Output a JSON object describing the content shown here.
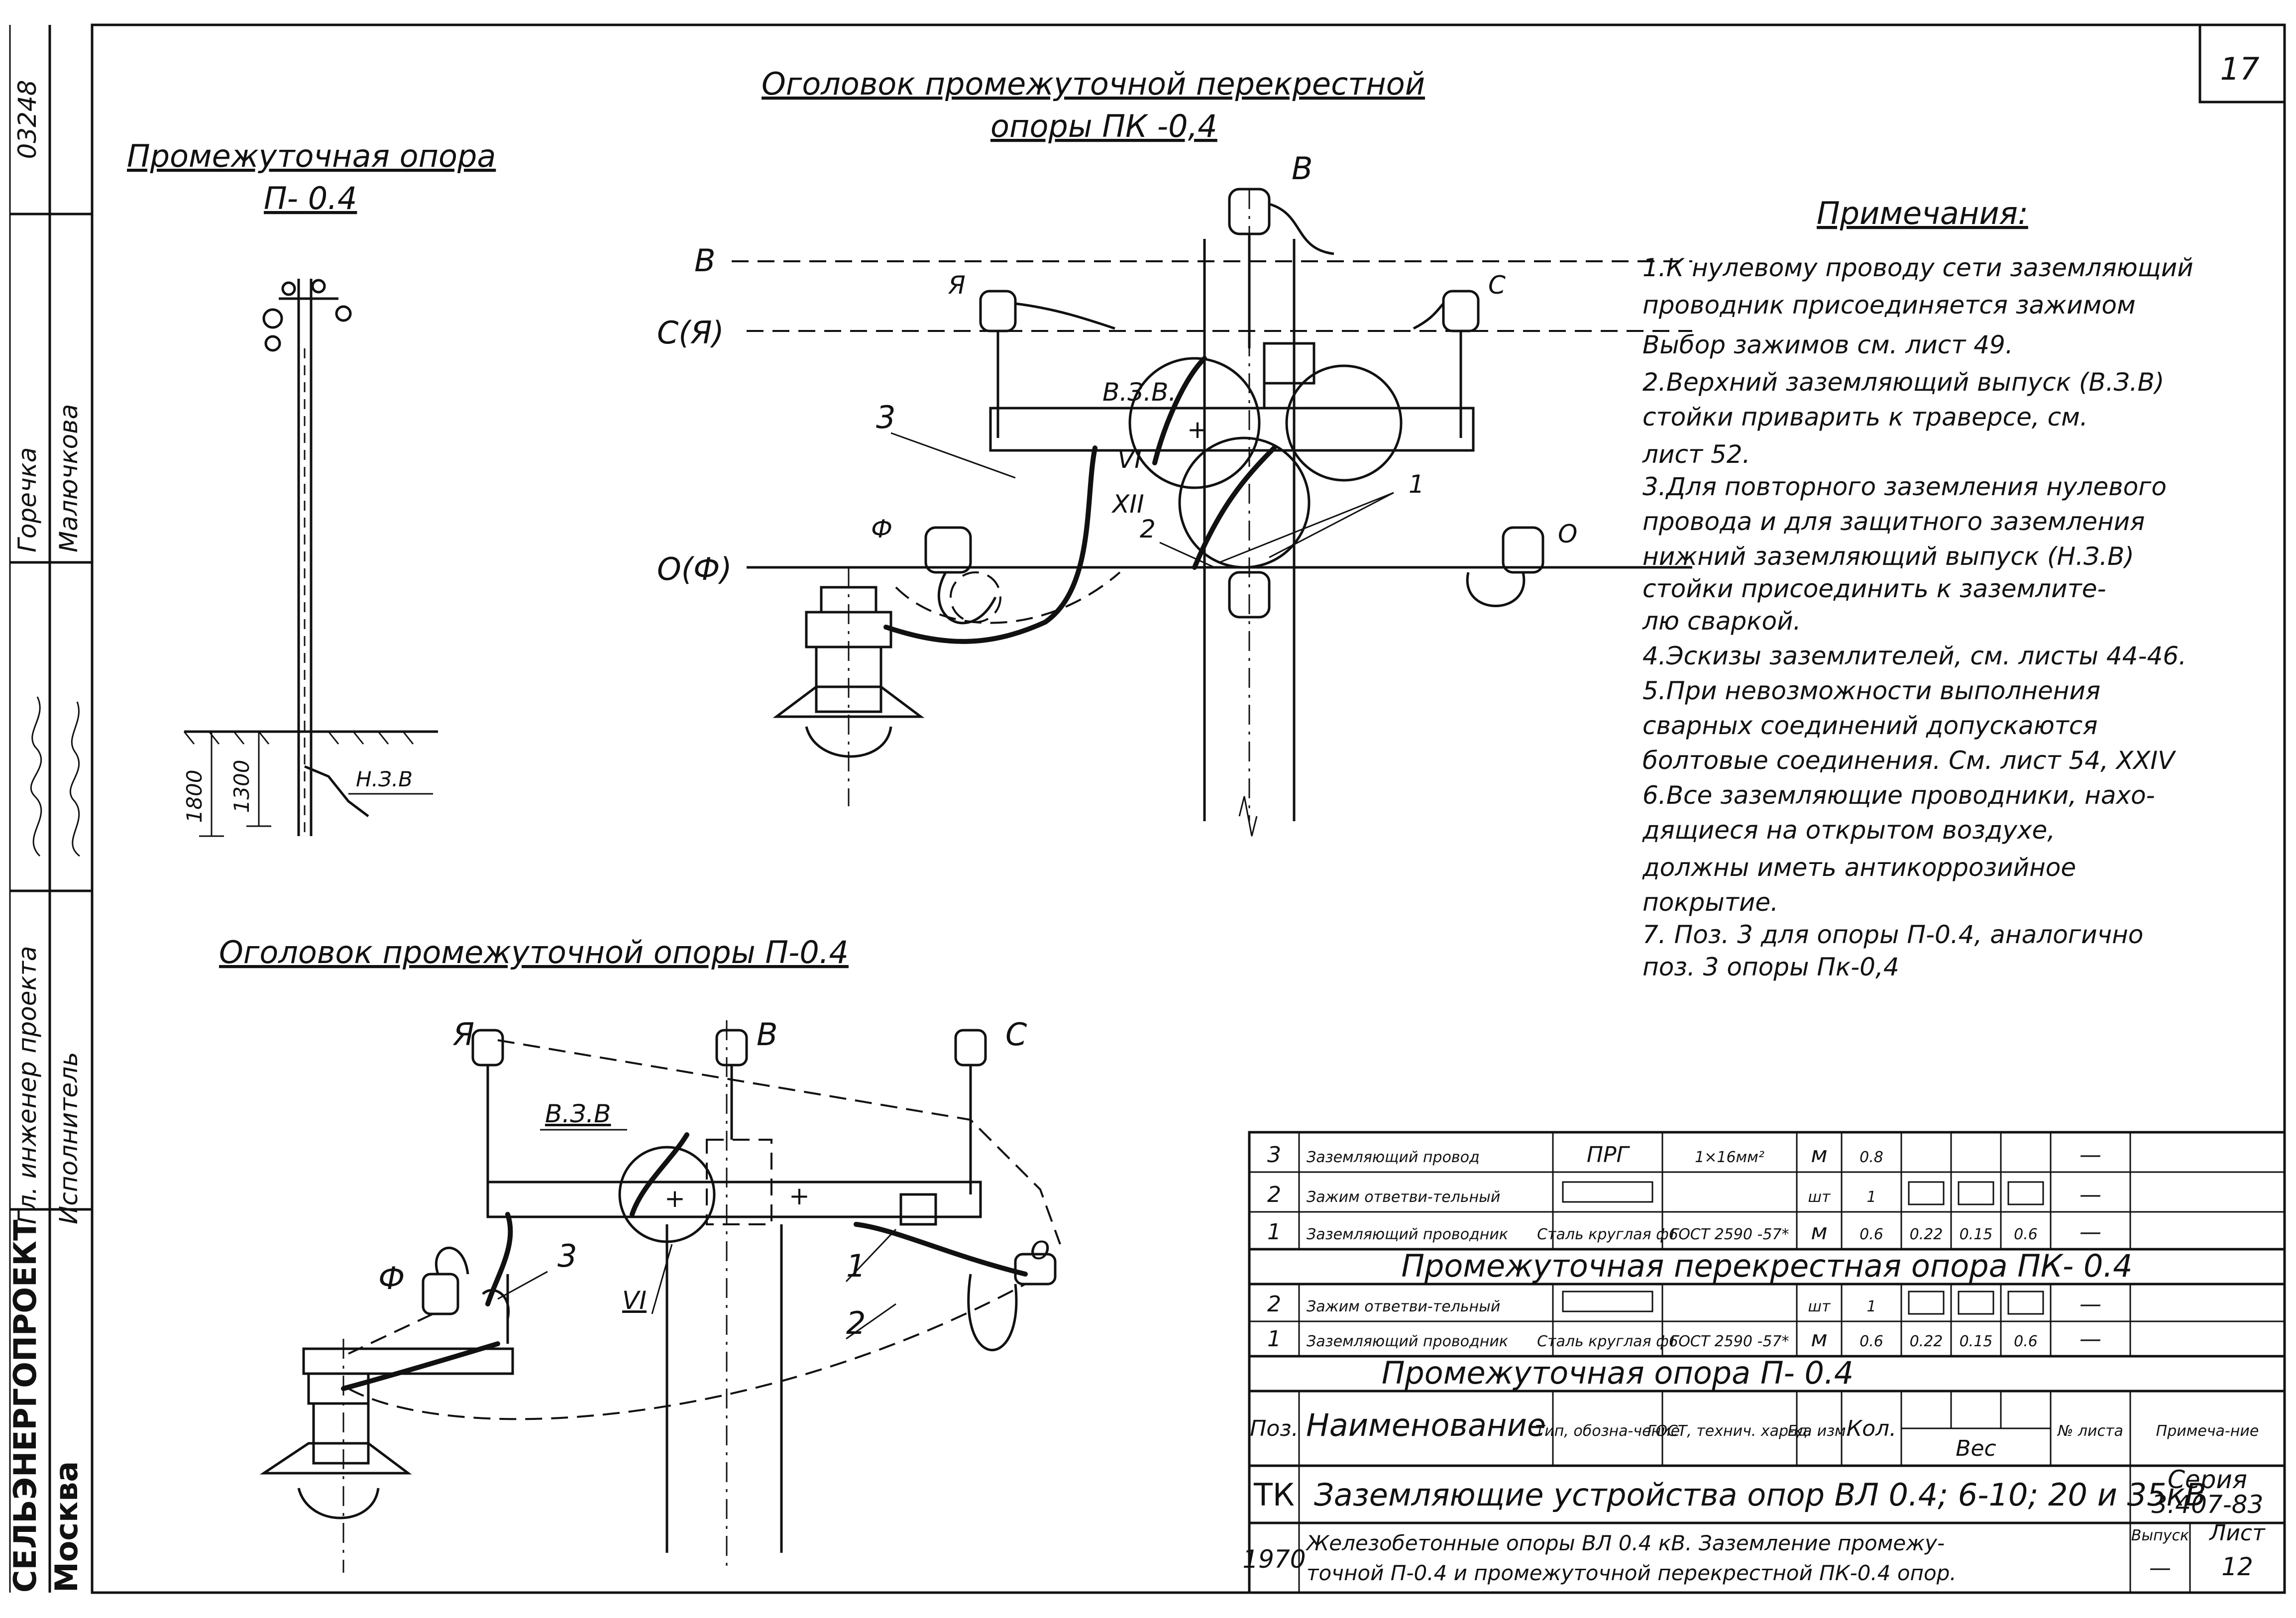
{
  "sheet_number": "17",
  "side_stamp": {
    "code": "03248",
    "organization": "СЕЛЬЭНЕРГОПРОЕКТ",
    "city": "Москва",
    "role_chief": "Гл. инженер проекта",
    "role_exec": "Исполнитель",
    "name_chief": "Горечка",
    "name_exec": "Малючкова"
  },
  "drawing_pole": {
    "title": "Промежуточная опора",
    "subtitle": "П- 0.4",
    "dim_1800": "1800",
    "dim_1300": "1300",
    "label_ground": "Н.З.В"
  },
  "drawing_cross": {
    "title": "Оголовок промежуточной перекрестной",
    "subtitle": "опоры ПК -0,4",
    "label_B_top": "В",
    "label_B_line": "В",
    "label_CA": "С(Я)",
    "label_OF": "О(Ф)",
    "label_A": "Я",
    "label_C": "С",
    "label_F": "Ф",
    "label_O": "О",
    "label_vzv": "В.З.В.",
    "label_3": "3",
    "label_VI": "VI",
    "label_XII": "XII",
    "label_2": "2",
    "label_1": "1"
  },
  "drawing_p04": {
    "title": "Оголовок промежуточной опоры П-0.4",
    "label_A": "Я",
    "label_B": "В",
    "label_C": "С",
    "label_F": "Ф",
    "label_O": "О",
    "label_vzv": "В.З.В",
    "label_3": "3",
    "label_VI": "VI",
    "label_1": "1",
    "label_2": "2"
  },
  "notes": {
    "heading": "Примечания:",
    "lines": [
      "1.К нулевому проводу сети заземляющий",
      "проводник присоединяется зажимом",
      "Выбор зажимов   см. лист 49.",
      "2.Верхний заземляющий выпуск (В.З.В)",
      "стойки приварить к траверсе, см.",
      "лист 52.",
      "3.Для повторного заземления нулевого",
      "провода и для защитного заземления",
      "нижний заземляющий выпуск (Н.З.В)",
      "стойки присоединить к заземлите-",
      "лю сваркой.",
      "4.Эскизы заземлителей, см. листы 44-46.",
      "5.При невозможности выполнения",
      "сварных соединений допускаются",
      "болтовые соединения. См. лист 54, XXIV",
      "6.Все заземляющие проводники, нахо-",
      " дящиеся на открытом воздухе,",
      "должны иметь антикоррозийное",
      "покрытие.",
      "7. Поз. 3 для опоры П-0.4, аналогично",
      "поз. 3 опоры Пк-0,4"
    ]
  },
  "table": {
    "rows_pk": [
      {
        "pos": "3",
        "name": "Заземляющий провод",
        "type": "ПРГ",
        "gost": "1×16мм²",
        "unit": "м",
        "qty": "0.8"
      },
      {
        "pos": "2",
        "name": "Зажим ответви-тельный",
        "type": "",
        "gost": "",
        "unit": "шт",
        "qty": "1"
      },
      {
        "pos": "1",
        "name": "Заземляющий проводник",
        "type": "Сталь круглая ф6",
        "gost": "ГОСТ 2590 -57*",
        "unit": "м",
        "qty": "0.6"
      }
    ],
    "section_pk": "Промежуточная перекрестная опора ПК- 0.4",
    "rows_p": [
      {
        "pos": "2",
        "name": "Зажим ответви-тельный",
        "type": "",
        "gost": "",
        "unit": "шт",
        "qty": "1"
      },
      {
        "pos": "1",
        "name": "Заземляющий проводник",
        "type": "Сталь круглая ф6",
        "gost": "ГОСТ 2590 -57*",
        "unit": "м",
        "qty": "0.6"
      }
    ],
    "section_p": "Промежуточная опора П- 0.4",
    "weights": [
      "0.22",
      "0.15",
      "0.6"
    ],
    "header": {
      "pos": "Поз.",
      "name": "Наименование",
      "type": "Тип, обозна-чение",
      "gost": "ГОСТ, технич. хар-ка",
      "unit": "Ед. изм.",
      "qty": "Кол.",
      "weight": "Вес",
      "sheet": "№ листа",
      "note": "Примеча-ние"
    },
    "dash": "—",
    "tk": "ТК",
    "year": "1970",
    "main_title": "Заземляющие устройства опор ВЛ 0.4; 6-10; 20 и 35кВ",
    "sub_title_1": "Железобетонные опоры ВЛ 0.4 кВ. Заземление промежу-",
    "sub_title_2": "точной П-0.4 и промежуточной перекрестной ПК-0.4 опор.",
    "series_label": "Серия",
    "series_value": "3.407-83",
    "vypusk_label": "Выпуск",
    "list_label": "Лист",
    "vypusk_value": "—",
    "list_value": "12"
  }
}
